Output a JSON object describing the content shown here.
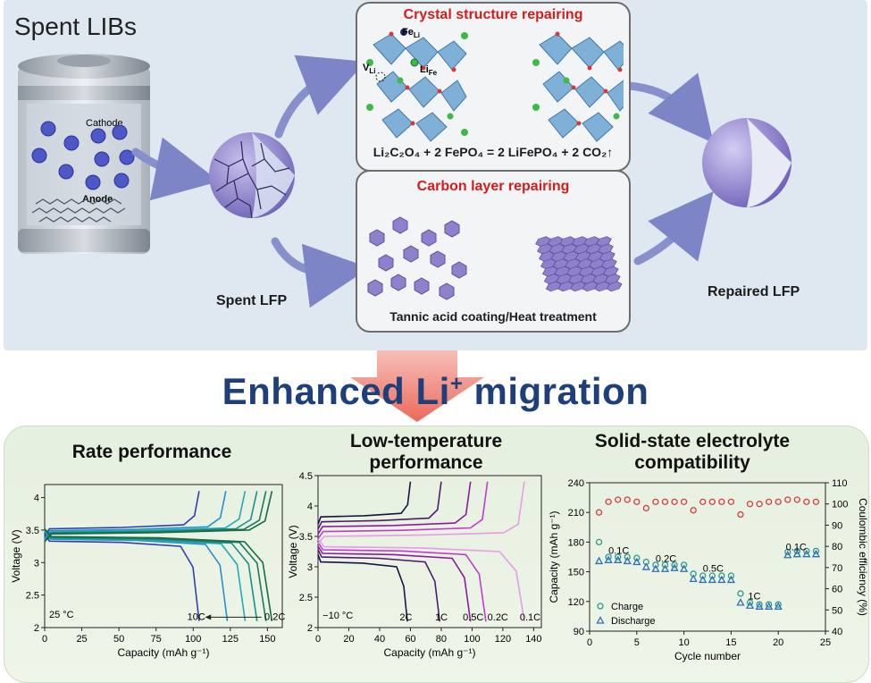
{
  "top": {
    "spent_libs": "Spent LIBs",
    "cathode": "Cathode",
    "anode": "Anode",
    "spent_lfp": "Spent LFP",
    "repaired_lfp": "Repaired LFP",
    "crystal_title": "Crystal structure repairing",
    "reaction": "Li₂C₂O₄ + 2 FePO₄ = 2 LiFePO₄ + 2 CO₂↑",
    "fe_li": "Fe",
    "fe_li_sub": "Li",
    "v_li": "V",
    "v_li_sub": "Li",
    "li_fe": "Li",
    "li_fe_sub": "Fe",
    "carbon_title": "Carbon layer repairing",
    "carbon_caption": "Tannic acid coating/Heat treatment"
  },
  "banner": {
    "text_before": "Enhanced Li",
    "superscript": "+",
    "text_after": " migration"
  },
  "colors": {
    "accent_red": "#d41c1c",
    "banner_blue": "#1f3f7a",
    "particle_purple": "#8a7ec8",
    "panel_top": "#dfe7f1",
    "panel_bottom": "#e9f2e3"
  },
  "chart_data": [
    {
      "type": "line",
      "title": "Rate performance",
      "xlabel": "Capacity (mAh g⁻¹)",
      "ylabel": "Voltage (V)",
      "xlim": [
        0,
        160
      ],
      "ylim": [
        2.0,
        4.2
      ],
      "xticks": [
        0,
        25,
        50,
        75,
        100,
        125,
        150
      ],
      "yticks": [
        2.0,
        2.5,
        3.0,
        3.5,
        4.0
      ],
      "annotations": [
        "25 °C",
        "10C",
        "0.2C"
      ],
      "series": [
        {
          "color": "#2f3fb0",
          "charge_end": 104,
          "discharge_end": 104,
          "charge_plateau": 3.52,
          "discharge_plateau": 3.33
        },
        {
          "color": "#2a8fcc",
          "charge_end": 122,
          "discharge_end": 123,
          "charge_plateau": 3.49,
          "discharge_plateau": 3.36
        },
        {
          "color": "#22a8b8",
          "charge_end": 135,
          "discharge_end": 135,
          "charge_plateau": 3.47,
          "discharge_plateau": 3.37
        },
        {
          "color": "#1f8f86",
          "charge_end": 143,
          "discharge_end": 143,
          "charge_plateau": 3.46,
          "discharge_plateau": 3.38
        },
        {
          "color": "#1b7b62",
          "charge_end": 149,
          "discharge_end": 149,
          "charge_plateau": 3.45,
          "discharge_plateau": 3.39
        },
        {
          "color": "#176b45",
          "charge_end": 153,
          "discharge_end": 153,
          "charge_plateau": 3.44,
          "discharge_plateau": 3.4
        }
      ]
    },
    {
      "type": "line",
      "title": "Low-temperature performance",
      "xlabel": "Capacity (mAh g⁻¹)",
      "ylabel": "Voltage (V)",
      "xlim": [
        0,
        145
      ],
      "ylim": [
        2.0,
        4.5
      ],
      "xticks": [
        0,
        20,
        40,
        60,
        80,
        100,
        120,
        140
      ],
      "yticks": [
        2.0,
        2.5,
        3.0,
        3.5,
        4.0,
        4.5
      ],
      "annotations": [
        "−10 °C",
        "2C",
        "1C",
        "0.5C",
        "0.2C",
        "0.1C"
      ],
      "series": [
        {
          "name": "2C",
          "color": "#1a1440",
          "charge_end": 60,
          "discharge_end": 58,
          "charge_plateau": 3.82,
          "discharge_plateau": 3.08
        },
        {
          "name": "1C",
          "color": "#4c1c6a",
          "charge_end": 80,
          "discharge_end": 79,
          "charge_plateau": 3.74,
          "discharge_plateau": 3.16
        },
        {
          "name": "0.5C",
          "color": "#8a1c9c",
          "charge_end": 99,
          "discharge_end": 99,
          "charge_plateau": 3.66,
          "discharge_plateau": 3.22
        },
        {
          "name": "0.2C",
          "color": "#c13ccf",
          "charge_end": 110,
          "discharge_end": 109,
          "charge_plateau": 3.58,
          "discharge_plateau": 3.28
        },
        {
          "name": "0.1C",
          "color": "#e79be8",
          "charge_end": 134,
          "discharge_end": 134,
          "charge_plateau": 3.5,
          "discharge_plateau": 3.33
        }
      ]
    },
    {
      "type": "scatter",
      "title": "Solid-state electrolyte compatibility",
      "xlabel": "Cycle number",
      "ylabel": "Capacity (mAh g⁻¹)",
      "y2label": "Coulombic efficiency (%)",
      "xlim": [
        0,
        25
      ],
      "ylim": [
        90,
        240
      ],
      "y2lim": [
        40,
        110
      ],
      "xticks": [
        0,
        5,
        10,
        15,
        20,
        25
      ],
      "yticks": [
        90,
        120,
        150,
        180,
        210,
        240
      ],
      "y2ticks": [
        40,
        50,
        60,
        70,
        80,
        90,
        100,
        110
      ],
      "annotations": [
        "0.1C",
        "0.2C",
        "0.5C",
        "1C",
        "0.1C"
      ],
      "x": [
        1,
        2,
        3,
        4,
        5,
        6,
        7,
        8,
        9,
        10,
        11,
        12,
        13,
        14,
        15,
        16,
        17,
        18,
        19,
        20,
        21,
        22,
        23,
        24
      ],
      "series": [
        {
          "name": "Charge",
          "marker": "circle",
          "color": "#2a9a8c",
          "axis": "left",
          "values": [
            180,
            165,
            165,
            165,
            164,
            160,
            157,
            157,
            157,
            157,
            148,
            146,
            146,
            146,
            146,
            128,
            119,
            117,
            117,
            117,
            170,
            171,
            171,
            171
          ]
        },
        {
          "name": "Discharge",
          "marker": "triangle",
          "color": "#2e6fb8",
          "axis": "left",
          "values": [
            161,
            162,
            162,
            161,
            160,
            155,
            153,
            153,
            154,
            153,
            143,
            142,
            142,
            142,
            142,
            119,
            116,
            115,
            115,
            115,
            167,
            168,
            168,
            168
          ]
        },
        {
          "marker": "circle",
          "color": "#d83a3a",
          "axis": "right",
          "values": [
            96,
            101,
            102,
            102,
            101,
            98,
            101,
            101,
            101,
            101,
            97,
            101,
            101,
            101,
            101,
            95,
            100,
            100,
            101,
            101,
            102,
            102,
            101,
            101
          ]
        }
      ]
    }
  ]
}
